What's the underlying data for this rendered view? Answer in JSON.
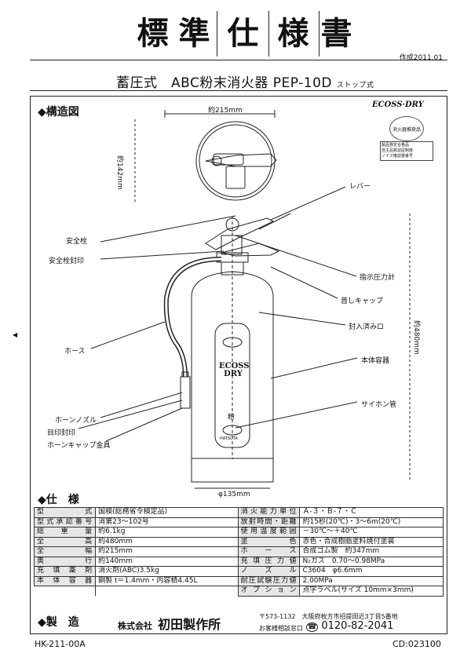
{
  "title_chars": [
    "標",
    "準",
    "仕",
    "様",
    "書"
  ],
  "created": "作成2011.01",
  "model": {
    "main": "蓄圧式　ABC粉末消火器 PEP-10D",
    "sub": "ストップ式"
  },
  "brand": "ECOSS·DRY",
  "seal_text": "消火器推奨品",
  "seal_note": [
    "製品検定合格品",
    "自主品質認証制度",
    "ノイズ確認書番号"
  ],
  "sections": {
    "structure": "◆構造図",
    "spec": "◆仕　様",
    "maker": "◆製　造"
  },
  "dims": {
    "top_width": "約215mm",
    "top_depth": "約142mm",
    "height": "約480mm",
    "body_dia": "φ135mm"
  },
  "labels_left": [
    "安全栓",
    "安全栓封印",
    "ホース",
    "ホーンノズル",
    "目印封印",
    "ホーンキャップ金具"
  ],
  "labels_right": [
    "レバー",
    "指示圧力計",
    "首しキャップ",
    "封入済みロ",
    "本体容器",
    "サイホン管"
  ],
  "can_label": {
    "brand1": "ECOSS",
    "brand2": "DRY",
    "type": "粉",
    "maker": "HATSUTA"
  },
  "spec_rows": [
    {
      "k1": "型　　式",
      "v1": "国検(総務省令検定品)",
      "k2": "消火能力単位",
      "v2": "Ａ‐３・Ｂ‐７・Ｃ"
    },
    {
      "k1": "型式承認番号",
      "v1": "消第23～102号",
      "k2": "放射時間・距離",
      "v2": "約15秒(20℃)・3～6m(20℃)"
    },
    {
      "k1": "総　重　量",
      "v1": "約6.1kg",
      "k2": "使用温度範囲",
      "v2": "－30℃～＋40℃"
    },
    {
      "k1": "全　　高",
      "v1": "約480mm",
      "k2": "塗　　色",
      "v2": "赤色・合成樹脂塗料焼付塗装"
    },
    {
      "k1": "全　　幅",
      "v1": "約215mm",
      "k2": "ホ　ー　ス",
      "v2": "合成ゴム製　約347mm"
    },
    {
      "k1": "奥　　行",
      "v1": "約140mm",
      "k2": "充填圧力値",
      "v2": "N₂ガス　0.70～0.98MPa"
    },
    {
      "k1": "充填薬剤",
      "v1": "消火剤(ABC)3.5kg",
      "k2": "ノ ズ ル",
      "v2": "C3604　φ6.6mm"
    },
    {
      "k1": "本体容器",
      "v1": "鋼製 t＝1.4mm・内容積4.45L",
      "k2": "耐圧試験圧力値",
      "v2": "2.00MPa"
    },
    {
      "k1": "",
      "v1": "",
      "k2": "オプション",
      "v2": "点字ラベル(サイズ 10mm×3mm)"
    }
  ],
  "maker": {
    "company_prefix": "株式会社",
    "company": "初田製作所",
    "address": "〒573-1132　大阪府枚方市招提田近3丁目5番地",
    "tel_label": "お客様相談窓口",
    "tel": "0120-82-2041"
  },
  "codes": {
    "left": "HK-211-00A",
    "right": "CD:023100"
  }
}
